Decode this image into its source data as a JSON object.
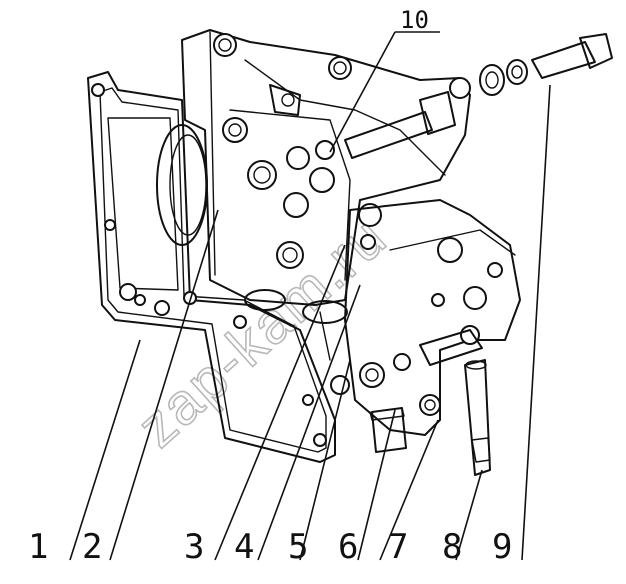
{
  "diagram": {
    "callouts": [
      {
        "id": "1",
        "label": "1"
      },
      {
        "id": "2",
        "label": "2"
      },
      {
        "id": "3",
        "label": "3"
      },
      {
        "id": "4",
        "label": "4"
      },
      {
        "id": "5",
        "label": "5"
      },
      {
        "id": "6",
        "label": "6"
      },
      {
        "id": "7",
        "label": "7"
      },
      {
        "id": "8",
        "label": "8"
      },
      {
        "id": "9",
        "label": "9"
      },
      {
        "id": "10",
        "label": "10"
      }
    ],
    "watermark": "zap-kam.ru"
  }
}
